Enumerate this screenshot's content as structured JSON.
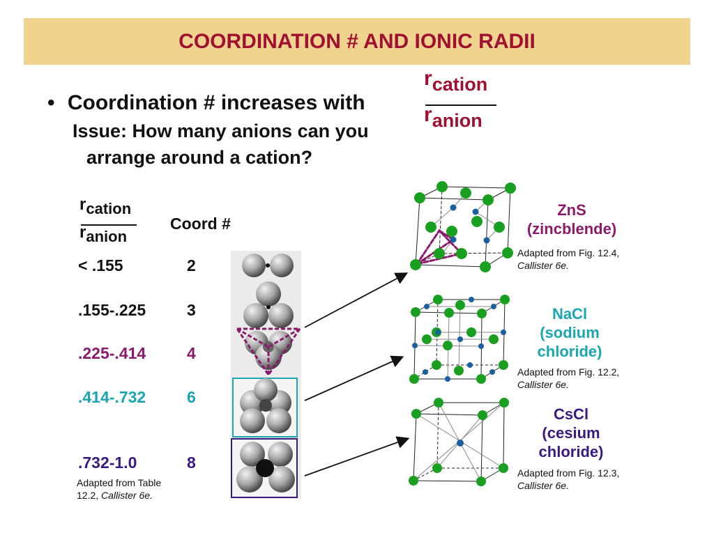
{
  "title": "COORDINATION # AND IONIC RADII",
  "bullet": {
    "marker": "•",
    "text": "Coordination # increases with",
    "issue_line1": "Issue:  How many anions can you",
    "issue_line2": "arrange around a cation?"
  },
  "ratio": {
    "num_r": "r",
    "num_word": "cation",
    "den_r": "r",
    "den_word": "anion"
  },
  "table": {
    "header_coord": "Coord #",
    "rows": [
      {
        "range": "< .155",
        "coord": "2",
        "color": "#111111"
      },
      {
        "range": ".155-.225",
        "coord": "3",
        "color": "#111111"
      },
      {
        "range": ".225-.414",
        "coord": "4",
        "color": "#8b1a6b"
      },
      {
        "range": ".414-.732",
        "coord": "6",
        "color": "#1aa6b0"
      },
      {
        "range": ".732-1.0",
        "coord": "8",
        "color": "#3a1a80"
      }
    ],
    "source_line1": "Adapted from Table",
    "source_line2_plain": "12.2, ",
    "source_line2_italic": "Callister 6e."
  },
  "crystals": [
    {
      "line1": "ZnS",
      "line2": "(zincblende)",
      "line3": "",
      "color": "#8b1a6b",
      "source_plain": "Adapted from Fig. 12.4,",
      "source_italic": "Callister 6e."
    },
    {
      "line1": "NaCl",
      "line2": "(sodium",
      "line3": "chloride)",
      "color": "#1aa6b0",
      "source_plain": "Adapted from Fig. 12.2,",
      "source_italic": "Callister 6e."
    },
    {
      "line1": "CsCl",
      "line2": "(cesium",
      "line3": "chloride)",
      "color": "#3a1a80",
      "source_plain": "Adapted from Fig. 12.3,",
      "source_italic": "Callister 6e."
    }
  ],
  "colors": {
    "banner": "#f0d38f",
    "title": "#a01030",
    "anion_green": "#1aa020",
    "cation_blue": "#1a5fa0"
  }
}
